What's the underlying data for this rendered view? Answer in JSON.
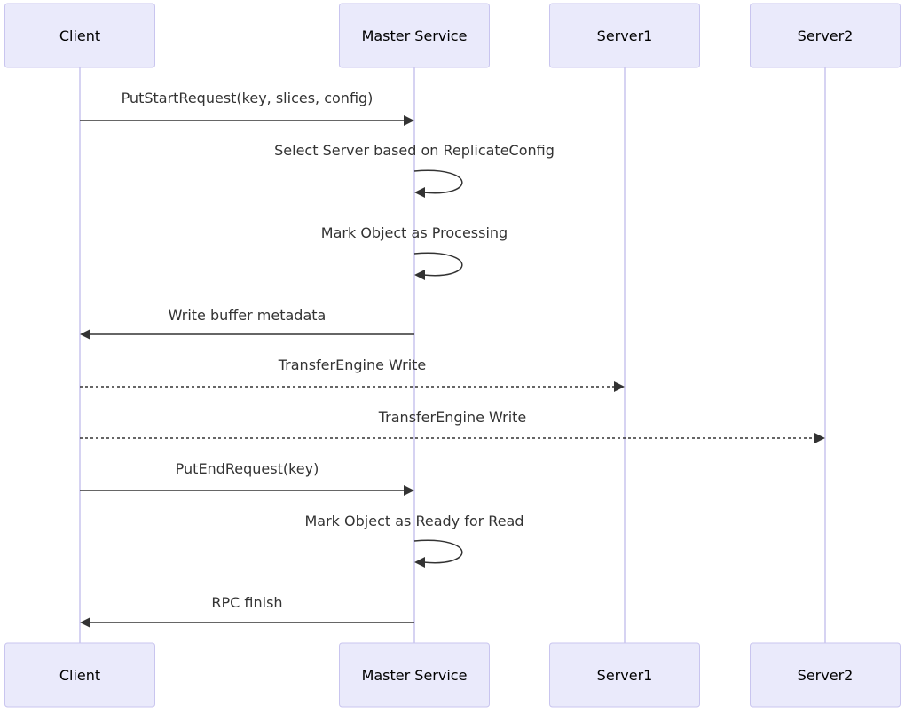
{
  "participants": [
    {
      "id": "client",
      "label": "Client"
    },
    {
      "id": "master",
      "label": "Master Service"
    },
    {
      "id": "server1",
      "label": "Server1"
    },
    {
      "id": "server2",
      "label": "Server2"
    }
  ],
  "messages": [
    {
      "from": "client",
      "to": "master",
      "label": "PutStartRequest(key, slices, config)",
      "style": "solid"
    },
    {
      "from": "master",
      "to": "master",
      "label": "Select Server based on ReplicateConfig",
      "style": "solid"
    },
    {
      "from": "master",
      "to": "master",
      "label": "Mark Object as Processing",
      "style": "solid"
    },
    {
      "from": "master",
      "to": "client",
      "label": "Write buffer metadata",
      "style": "solid"
    },
    {
      "from": "client",
      "to": "server1",
      "label": "TransferEngine Write",
      "style": "dashed"
    },
    {
      "from": "client",
      "to": "server2",
      "label": "TransferEngine Write",
      "style": "dashed"
    },
    {
      "from": "client",
      "to": "master",
      "label": "PutEndRequest(key)",
      "style": "solid"
    },
    {
      "from": "master",
      "to": "master",
      "label": "Mark Object as Ready for Read",
      "style": "solid"
    },
    {
      "from": "master",
      "to": "client",
      "label": "RPC finish",
      "style": "solid"
    }
  ],
  "colors": {
    "actor_fill": "#eaeafb",
    "actor_border": "#c9c5ef",
    "lifeline": "#d6d3f2",
    "message": "#333333"
  }
}
